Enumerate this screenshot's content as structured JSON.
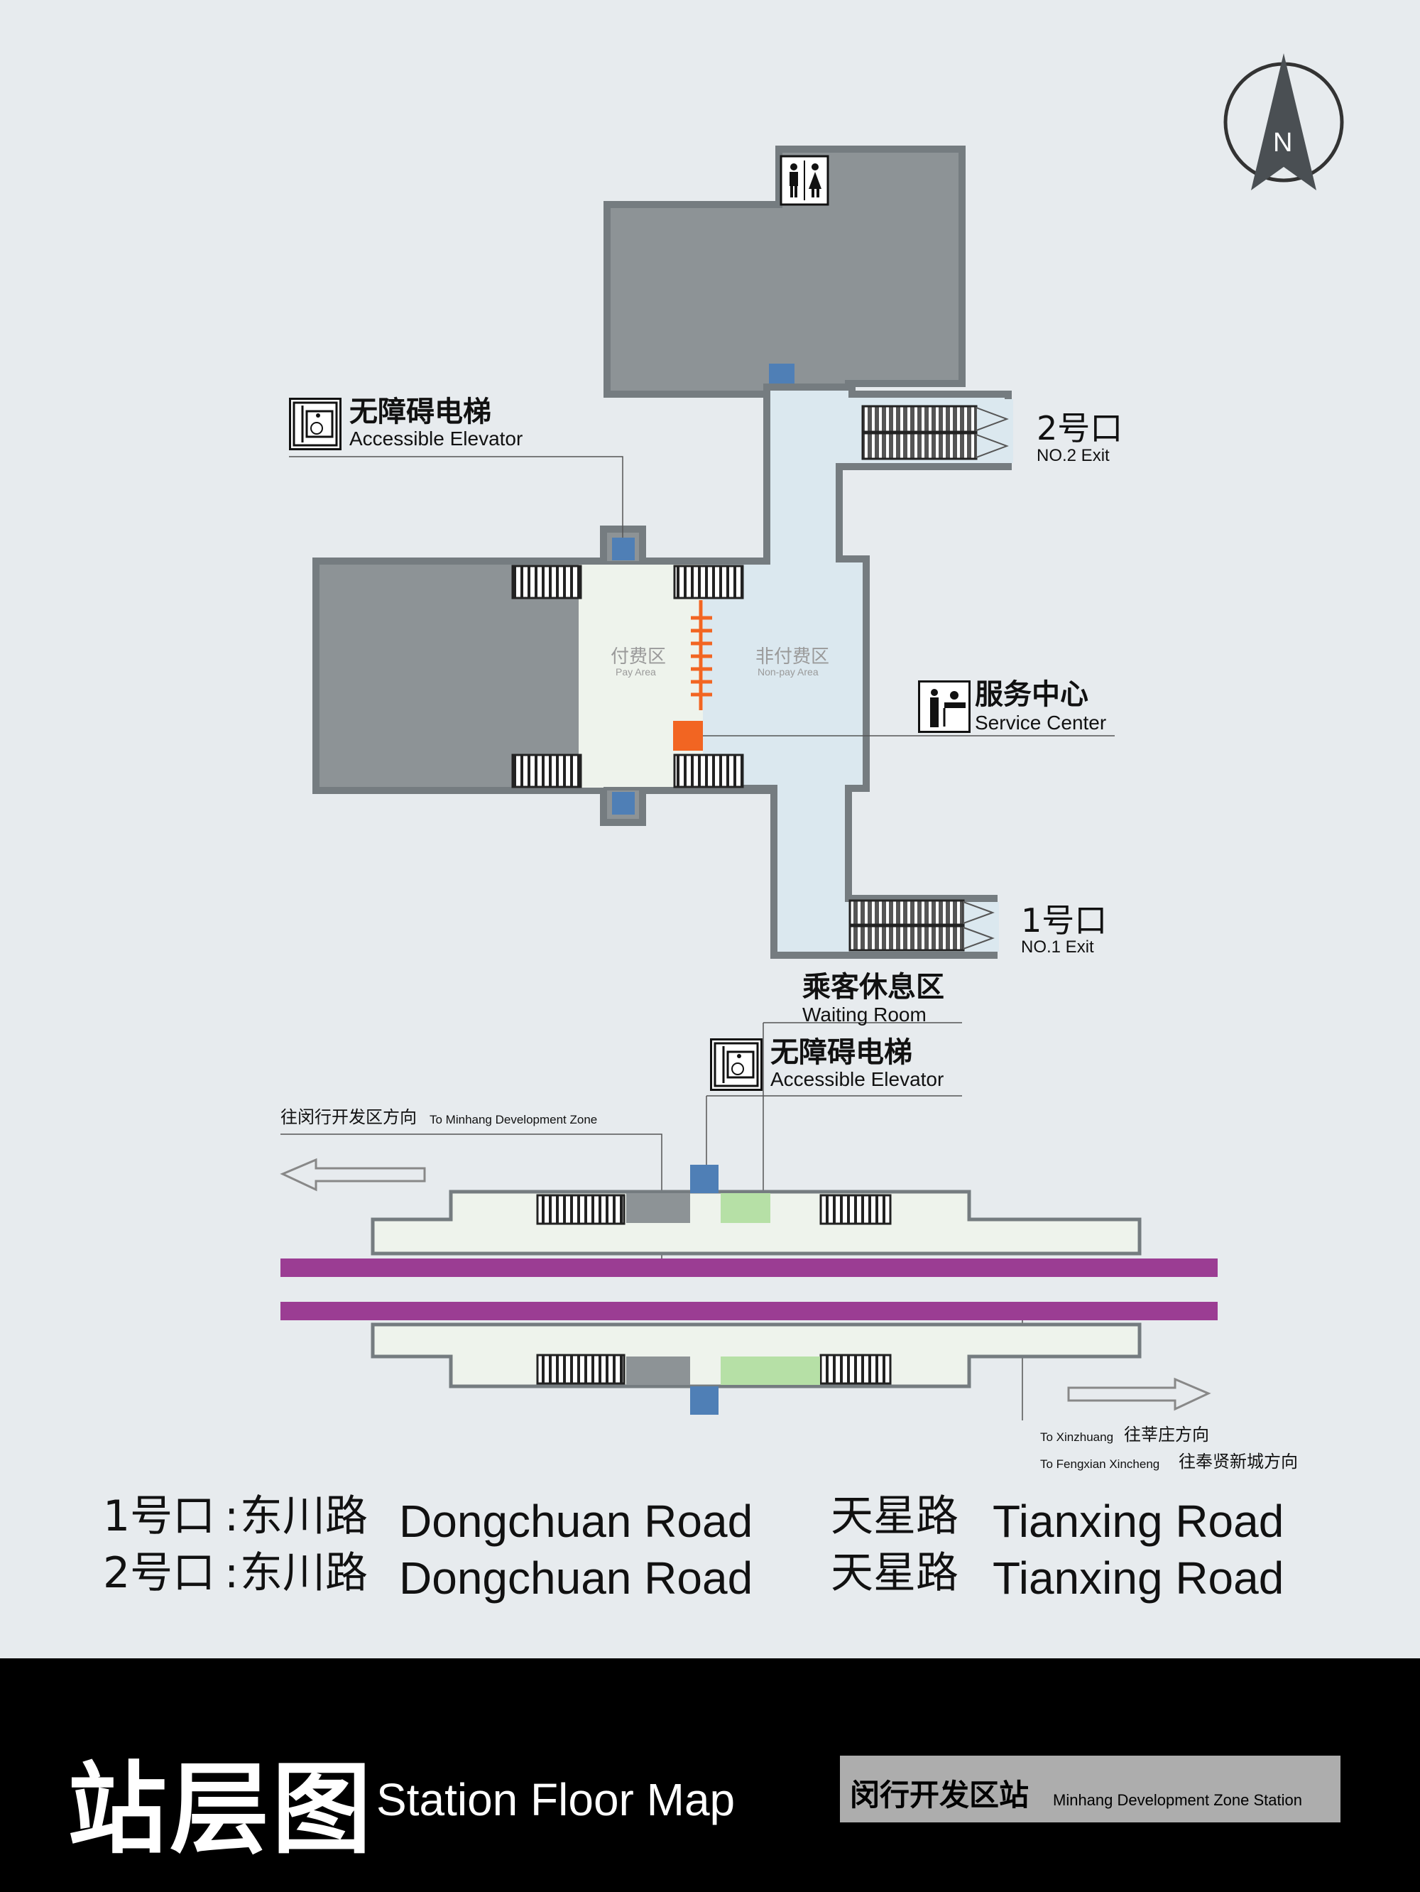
{
  "compass": {
    "label": "N"
  },
  "areas": {
    "pay_cn": "付费区",
    "pay_en": "Pay Area",
    "nonpay_cn": "非付费区",
    "nonpay_en": "Non-pay Area"
  },
  "legend": {
    "elevator_top": {
      "cn": "无障碍电梯",
      "en": "Accessible Elevator"
    },
    "service": {
      "cn": "服务中心",
      "en": "Service Center"
    },
    "waiting": {
      "cn": "乘客休息区",
      "en": "Waiting Room"
    },
    "elevator_platform": {
      "cn": "无障碍电梯",
      "en": "Accessible Elevator"
    }
  },
  "exits_map": {
    "exit2": {
      "cn": "2号口",
      "en": "NO.2 Exit"
    },
    "exit1": {
      "cn": "1号口",
      "en": "NO.1 Exit"
    }
  },
  "directions": {
    "west_cn": "往闵行开发区方向",
    "west_en": "To Minhang Development Zone",
    "east1_en": "To Xinzhuang",
    "east1_cn": "往莘庄方向",
    "east2_en": "To Fengxian Xincheng",
    "east2_cn": "往奉贤新城方向"
  },
  "exit_list": [
    {
      "exit": "1号口",
      "road1_cn": "东川路",
      "road1_en": "Dongchuan Road",
      "road2_cn": "天星路",
      "road2_en": "Tianxing Road"
    },
    {
      "exit": "2号口",
      "road1_cn": "东川路",
      "road1_en": "Dongchuan Road",
      "road2_cn": "天星路",
      "road2_en": "Tianxing Road"
    }
  ],
  "footer": {
    "title_cn": "站层图",
    "title_en": "Station Floor Map",
    "station_cn": "闵行开发区站",
    "station_en": "Minhang Development Zone Station"
  },
  "colors": {
    "background": "#e7ebee",
    "wall": "#757c80",
    "gray_area": "#8d9396",
    "pay_area": "#eef3ec",
    "nonpay_area": "#dbe8ef",
    "elevator": "#4f7fb6",
    "service": "#f26522",
    "track": "#9b3d93",
    "waiting": "#b6e0a6"
  }
}
